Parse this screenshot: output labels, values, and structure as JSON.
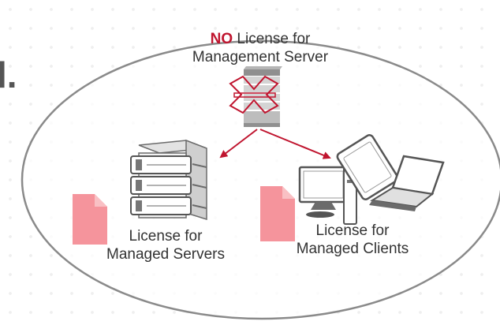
{
  "edge_text": "l.",
  "management": {
    "no_word": "NO",
    "line1_rest": "License for",
    "line2": "Management Server"
  },
  "servers": {
    "line1": "License for",
    "line2": "Managed Servers"
  },
  "clients": {
    "line1": "License for",
    "line2": "Managed Clients"
  },
  "colors": {
    "accent": "#c0152f",
    "license_doc": "#f5949c",
    "device_gray": "#6b6b6b",
    "ellipse_stroke": "#8a8a8a"
  },
  "icons": [
    "management-server-icon",
    "crossed-out-icon",
    "server-rack-icon",
    "license-document-icon",
    "desktop-computer-icon",
    "laptop-icon",
    "tablet-icon"
  ]
}
